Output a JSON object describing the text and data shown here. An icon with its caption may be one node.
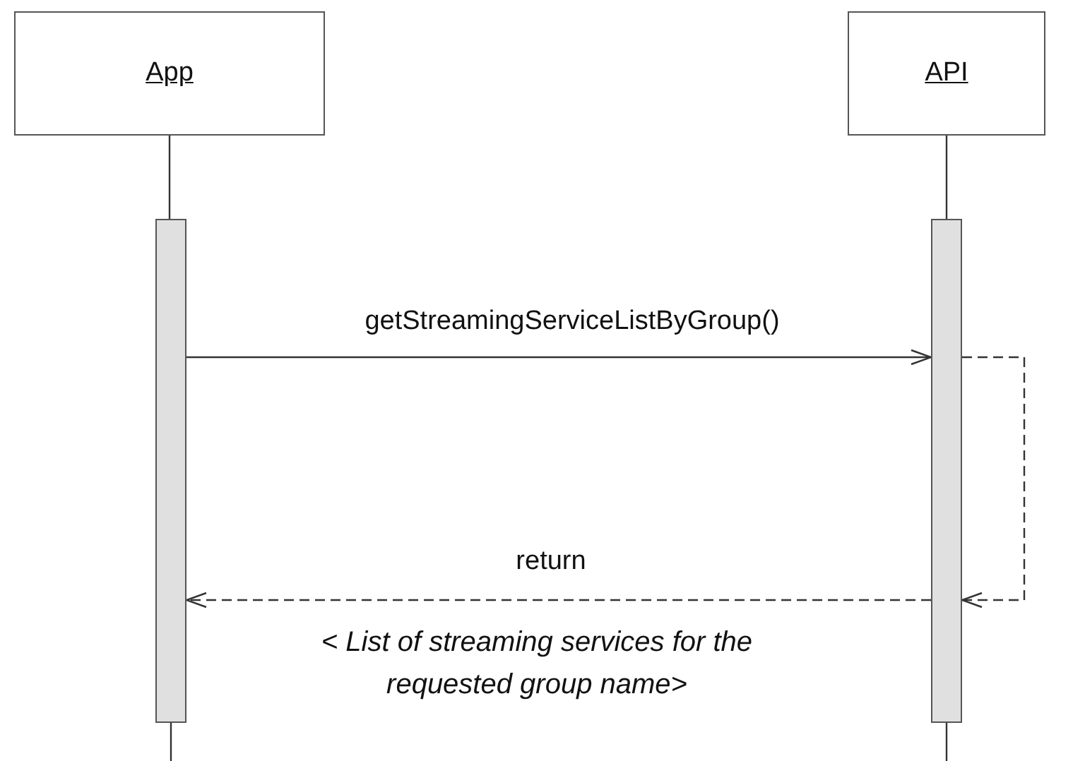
{
  "diagram": {
    "nodes": [
      {
        "text": [
          "App"
        ]
      },
      {
        "text": [
          "API"
        ]
      },
      {
        "text": [],
        "shape": "bar"
      },
      {
        "text": [],
        "shape": "bar"
      }
    ],
    "edges": [
      {
        "from": 0,
        "to": 2,
        "arrow": "none"
      },
      {
        "from": 1,
        "to": 3,
        "arrow": "none"
      },
      {
        "from": 2,
        "to": 3,
        "arrow": "to",
        "label": "getStreamingServiceListByGroup()"
      },
      {
        "from": 3,
        "to": 3,
        "arrow": "to",
        "style": "dashed"
      },
      {
        "from": 3,
        "to": 2,
        "arrow": "to",
        "style": "dashed",
        "label": "return"
      }
    ],
    "labels": [
      "< List of streaming services for the requested group name>"
    ]
  }
}
